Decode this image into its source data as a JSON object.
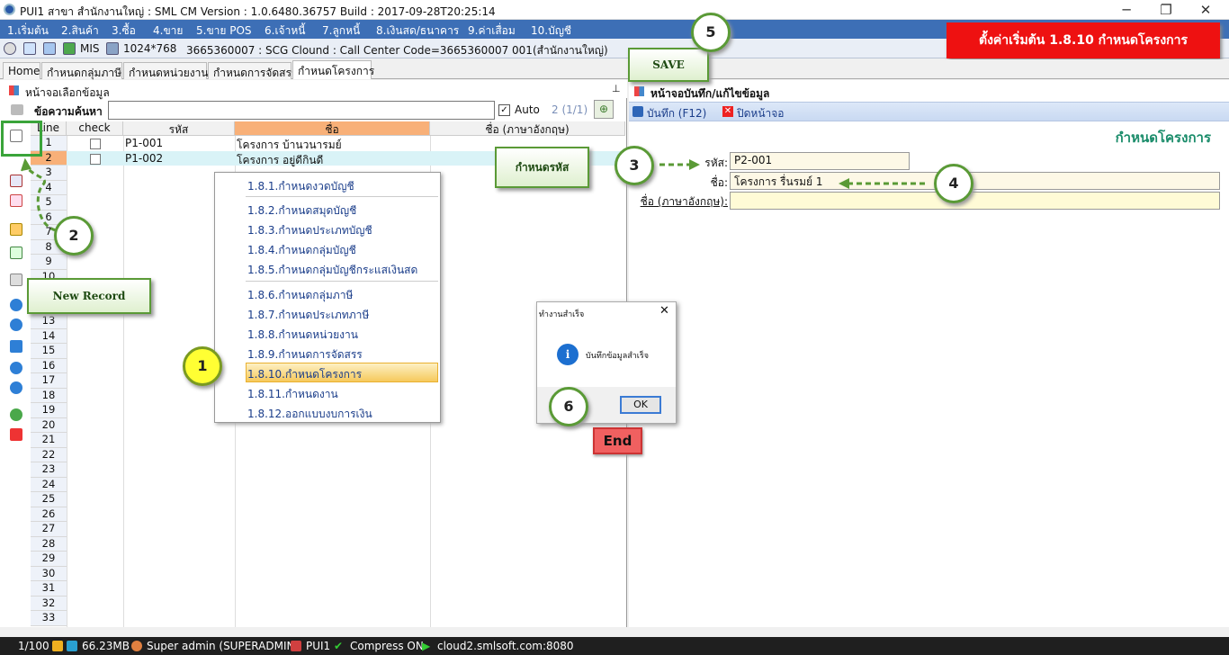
{
  "window": {
    "title": "PUI1 สาขา สำนักงานใหญ่ : SML CM Version : 1.0.6480.36757  Build : 2017-09-28T20:25:14"
  },
  "menu": [
    "1.เริ่มต้น",
    "2.สินค้า",
    "3.ซื้อ",
    "4.ขาย",
    "5.ขาย POS",
    "6.เจ้าหนี้",
    "7.ลูกหนี้",
    "8.เงินสด/ธนาคาร",
    "9.ค่าเสื่อม",
    "10.บัญชี"
  ],
  "infobar": {
    "mis": "MIS",
    "resolution": "1024*768",
    "info": "3665360007 : SCG Clound : Call Center Code=3665360007 001(สำนักงานใหญ่)"
  },
  "banner": "ตั้งค่าเริ่มต้น 1.8.10 กำหนดโครงการ",
  "tabs": [
    "Home",
    "กำหนดกลุ่มภาษี",
    "กำหนดหน่วยงาน",
    "กำหนดการจัดสรร",
    "กำหนดโครงการ"
  ],
  "left_panel": {
    "header": "หน้าจอเลือกข้อมูล",
    "search_label": "ข้อความค้นหา",
    "auto_label": "Auto",
    "page_count": "2 (1/1)",
    "columns": [
      "Line",
      "check",
      "รหัส",
      "ชื่อ",
      "ชื่อ (ภาษาอังกฤษ)"
    ],
    "rows": [
      {
        "code": "P1-001",
        "name": "โครงการ  บ้านวนารมย์"
      },
      {
        "code": "P1-002",
        "name": "โครงการ  อยู่ดีกินดี"
      }
    ],
    "line_numbers": [
      "1",
      "2",
      "3",
      "4",
      "5",
      "6",
      "7",
      "8",
      "9",
      "10",
      "11",
      "12",
      "13",
      "14",
      "15",
      "16",
      "17",
      "18",
      "19",
      "20",
      "21",
      "22",
      "23",
      "24",
      "25",
      "26",
      "27",
      "28",
      "29",
      "30",
      "31",
      "32",
      "33"
    ]
  },
  "dropdown": [
    "1.8.1.กำหนดงวดบัญชี",
    "1.8.2.กำหนดสมุดบัญชี",
    "1.8.3.กำหนดประเภทบัญชี",
    "1.8.4.กำหนดกลุ่มบัญชี",
    "1.8.5.กำหนดกลุ่มบัญชีกระแสเงินสด",
    "1.8.6.กำหนดกลุ่มภาษี",
    "1.8.7.กำหนดประเภทภาษี",
    "1.8.8.กำหนดหน่วยงาน",
    "1.8.9.กำหนดการจัดสรร",
    "1.8.10.กำหนดโครงการ",
    "1.8.11.กำหนดงาน",
    "1.8.12.ออกแบบงบการเงิน"
  ],
  "right_panel": {
    "header": "หน้าจอบันทึก/แก้ไขข้อมูล",
    "save_label": "บันทึก (F12)",
    "close_label": "ปิดหน้าจอ",
    "title": "กำหนดโครงการ",
    "code_label": "รหัส:",
    "code_value": "P2-001",
    "name_label": "ชื่อ:",
    "name_value": "โครงการ  รื่นรมย์ 1",
    "name_en_label": "ชื่อ (ภาษาอังกฤษ):",
    "name_en_value": ""
  },
  "dialog": {
    "title": "ทำงานสำเร็จ",
    "message": "บันทึกข้อมูลสำเร็จ",
    "ok": "OK"
  },
  "end_label": "End",
  "annotations": {
    "c1": "1",
    "c2": "2",
    "c3": "3",
    "c4": "4",
    "c5": "5",
    "c6": "6",
    "save_callout": "SAVE",
    "code_callout": "กำหนดรหัส",
    "new_record_callout": "New Record"
  },
  "statusbar": {
    "page": "1/100",
    "memory": "66.23MB",
    "user": "Super admin (SUPERADMIN)",
    "branch": "PUI1",
    "compress": "Compress ON",
    "server": "cloud2.smlsoft.com:8080"
  },
  "colors": {
    "menubar": "#3d6fb6",
    "banner": "#ee1111",
    "accent_green": "#5a9a36",
    "title_green": "#1a8c6a"
  }
}
